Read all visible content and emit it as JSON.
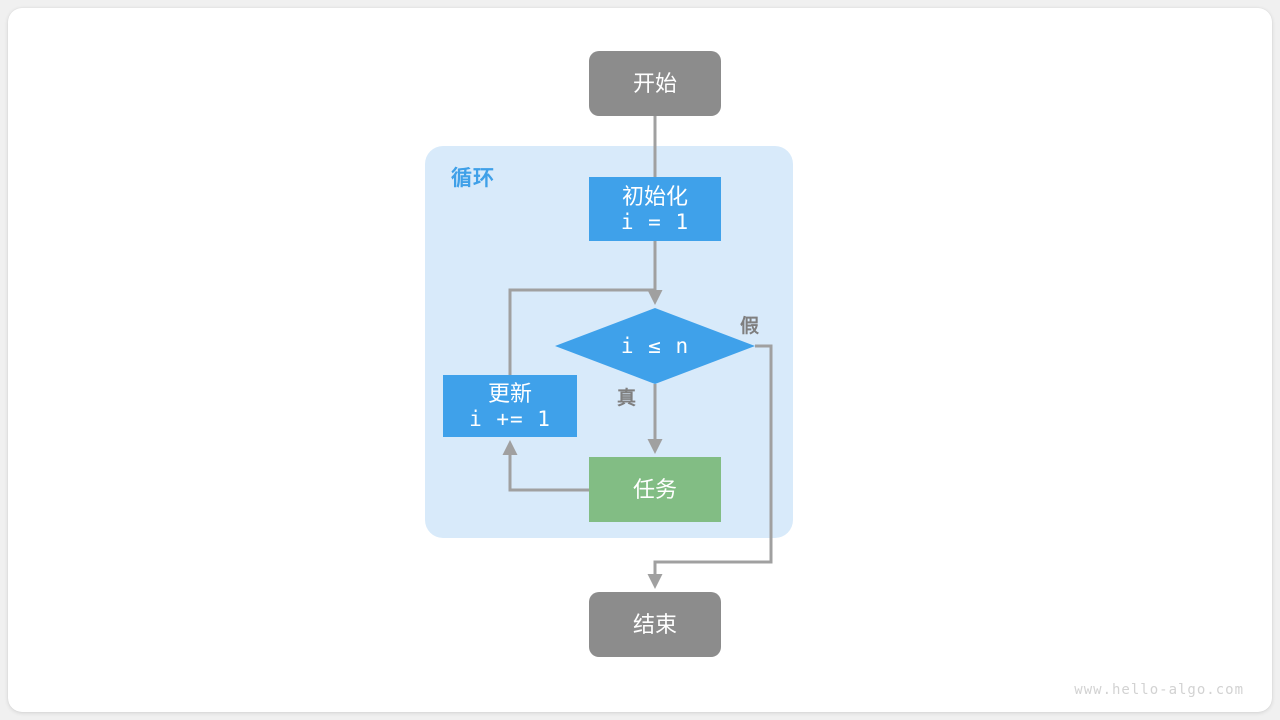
{
  "diagram": {
    "title": "for-loop-flowchart",
    "watermark": "www.hello-algo.com",
    "colors": {
      "terminal": "#8c8c8c",
      "process": "#3fa1ea",
      "task": "#82bd84",
      "loop_container": "#d8eafa",
      "edge": "#a0a0a0",
      "label_text": "#7f7f7f",
      "loop_label_text": "#3fa0e8",
      "watermark_text": "#d2d2d2",
      "card": "#ffffff",
      "page": "#f0f0f0"
    },
    "loop": {
      "label": "循环"
    },
    "nodes": {
      "start": {
        "label": "开始",
        "shape": "rounded-rect",
        "kind": "terminal"
      },
      "init": {
        "label": "初始化",
        "code": "i = 1",
        "shape": "rect",
        "kind": "process"
      },
      "condition": {
        "label": "i ≤ n",
        "shape": "diamond",
        "kind": "decision"
      },
      "update": {
        "label": "更新",
        "code": "i += 1",
        "shape": "rect",
        "kind": "process"
      },
      "task": {
        "label": "任务",
        "shape": "rect",
        "kind": "task"
      },
      "end": {
        "label": "结束",
        "shape": "rounded-rect",
        "kind": "terminal"
      }
    },
    "edge_labels": {
      "true": "真",
      "false": "假"
    }
  }
}
